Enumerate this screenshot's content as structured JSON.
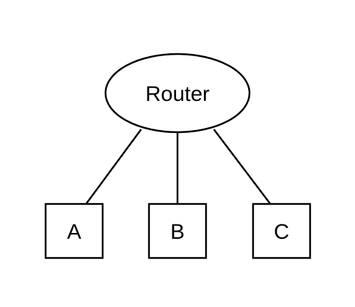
{
  "diagram": {
    "router": {
      "label": "Router"
    },
    "hosts": [
      {
        "label": "A"
      },
      {
        "label": "B"
      },
      {
        "label": "C"
      }
    ]
  }
}
